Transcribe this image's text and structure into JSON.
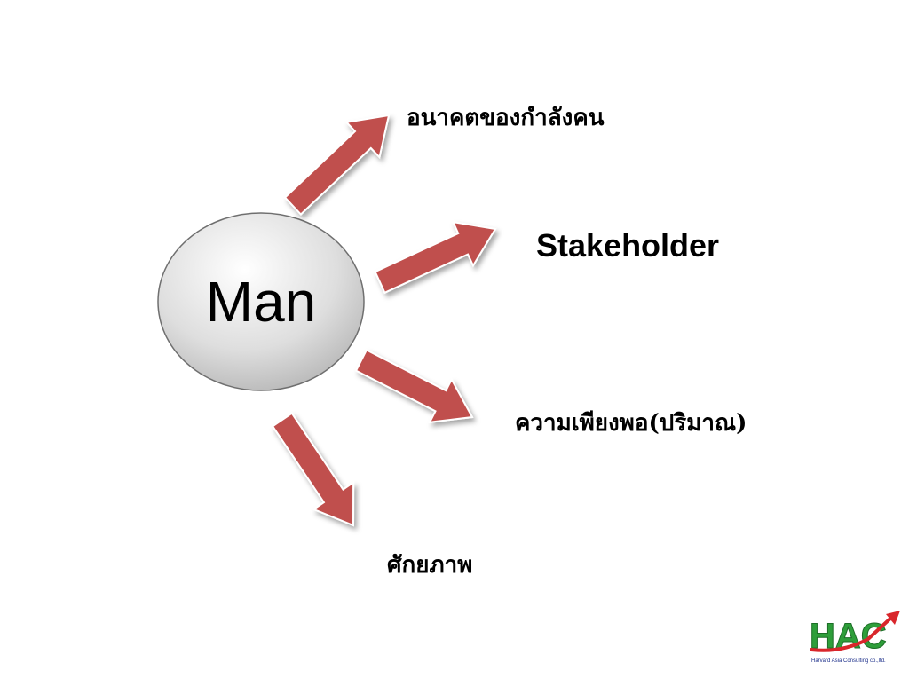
{
  "diagram": {
    "center": "Man",
    "nodes": [
      {
        "id": "future",
        "label": "อนาคตของกำลังคน"
      },
      {
        "id": "stakeholder",
        "label": "Stakeholder"
      },
      {
        "id": "sufficiency",
        "label": "ความเพียงพอ(ปริมาณ)"
      },
      {
        "id": "potential",
        "label": "ศักยภาพ"
      }
    ],
    "edges": [
      {
        "from": "Man",
        "to": "future"
      },
      {
        "from": "Man",
        "to": "stakeholder"
      },
      {
        "from": "Man",
        "to": "sufficiency"
      },
      {
        "from": "Man",
        "to": "potential"
      }
    ]
  },
  "colors": {
    "arrow_fill": "#c0504d",
    "arrow_stroke": "#ffffff",
    "circle_top": "#ffffff",
    "circle_bottom": "#b4b4b4",
    "logo_green": "#2e9e3a",
    "logo_red": "#d9262b"
  },
  "logo": {
    "text": "HAC",
    "caption": "Harvard Asia Consulting co.,ltd."
  }
}
